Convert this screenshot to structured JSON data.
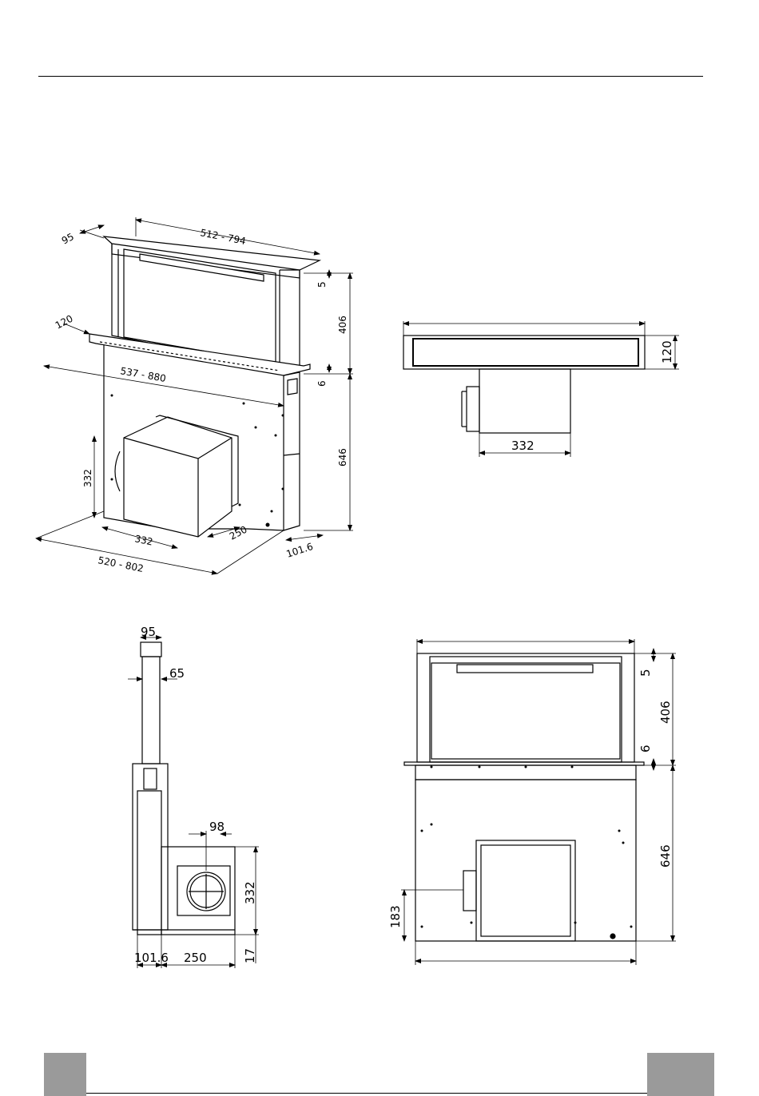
{
  "views": {
    "iso": {
      "width_top": "512 - 794",
      "depth_top": "95",
      "top_gap": "5",
      "visible_height": "406",
      "plate_depth": "120",
      "plate_width": "537 - 880",
      "plate_thk": "6",
      "body_height": "646",
      "motor_height": "332",
      "motor_width": "332",
      "motor_depth": "250",
      "side_depth": "101.6",
      "body_width": "520 - 802"
    },
    "top": {
      "depth": "120",
      "motor_width": "332"
    },
    "side": {
      "top_depth": "95",
      "column_offset": "65",
      "duct_offset": "98",
      "motor_height": "332",
      "base_depth": "101.6",
      "motor_depth": "250",
      "bottom_gap": "17"
    },
    "front": {
      "top_gap": "5",
      "visible_height": "406",
      "plate_thk": "6",
      "body_height": "646",
      "outlet_height": "183"
    }
  },
  "colors": {
    "footer": "#9a9a9a",
    "line": "#000000"
  }
}
